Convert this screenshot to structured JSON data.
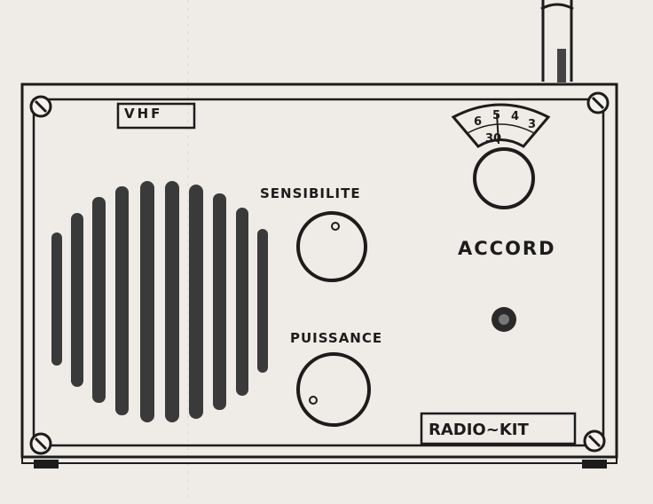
{
  "labels": {
    "band": "VHF",
    "sensitivity": "SENSIBILITE",
    "power": "PUISSANCE",
    "tuning": "ACCORD",
    "brand": "RADIO~KIT"
  },
  "tuning_scale": {
    "numbers": [
      "6",
      "5",
      "4",
      "3"
    ],
    "lower": "30"
  },
  "colors": {
    "paper": "#efebe6",
    "ink": "#1c1c1c",
    "speaker_bar": "#3a3a3a"
  }
}
